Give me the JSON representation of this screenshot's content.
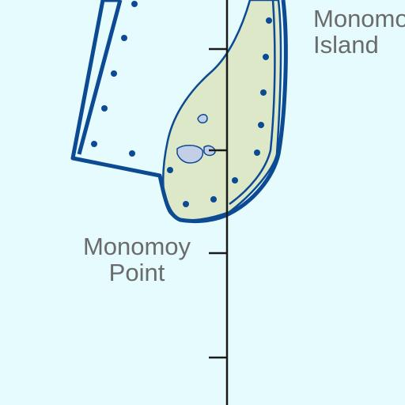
{
  "map": {
    "labels": {
      "island": {
        "line1": "Monomoy",
        "line2": "Island"
      },
      "point": {
        "line1": "Monomoy",
        "line2": "Point"
      }
    },
    "colors": {
      "water": "#e6fbfe",
      "land": "#dde8c9",
      "boundary": "#0c4a93",
      "dots": "#0c4a93",
      "meridian": "#1a1a1a",
      "pond": "#c3cfe6",
      "label": "#6b6b6b"
    }
  }
}
